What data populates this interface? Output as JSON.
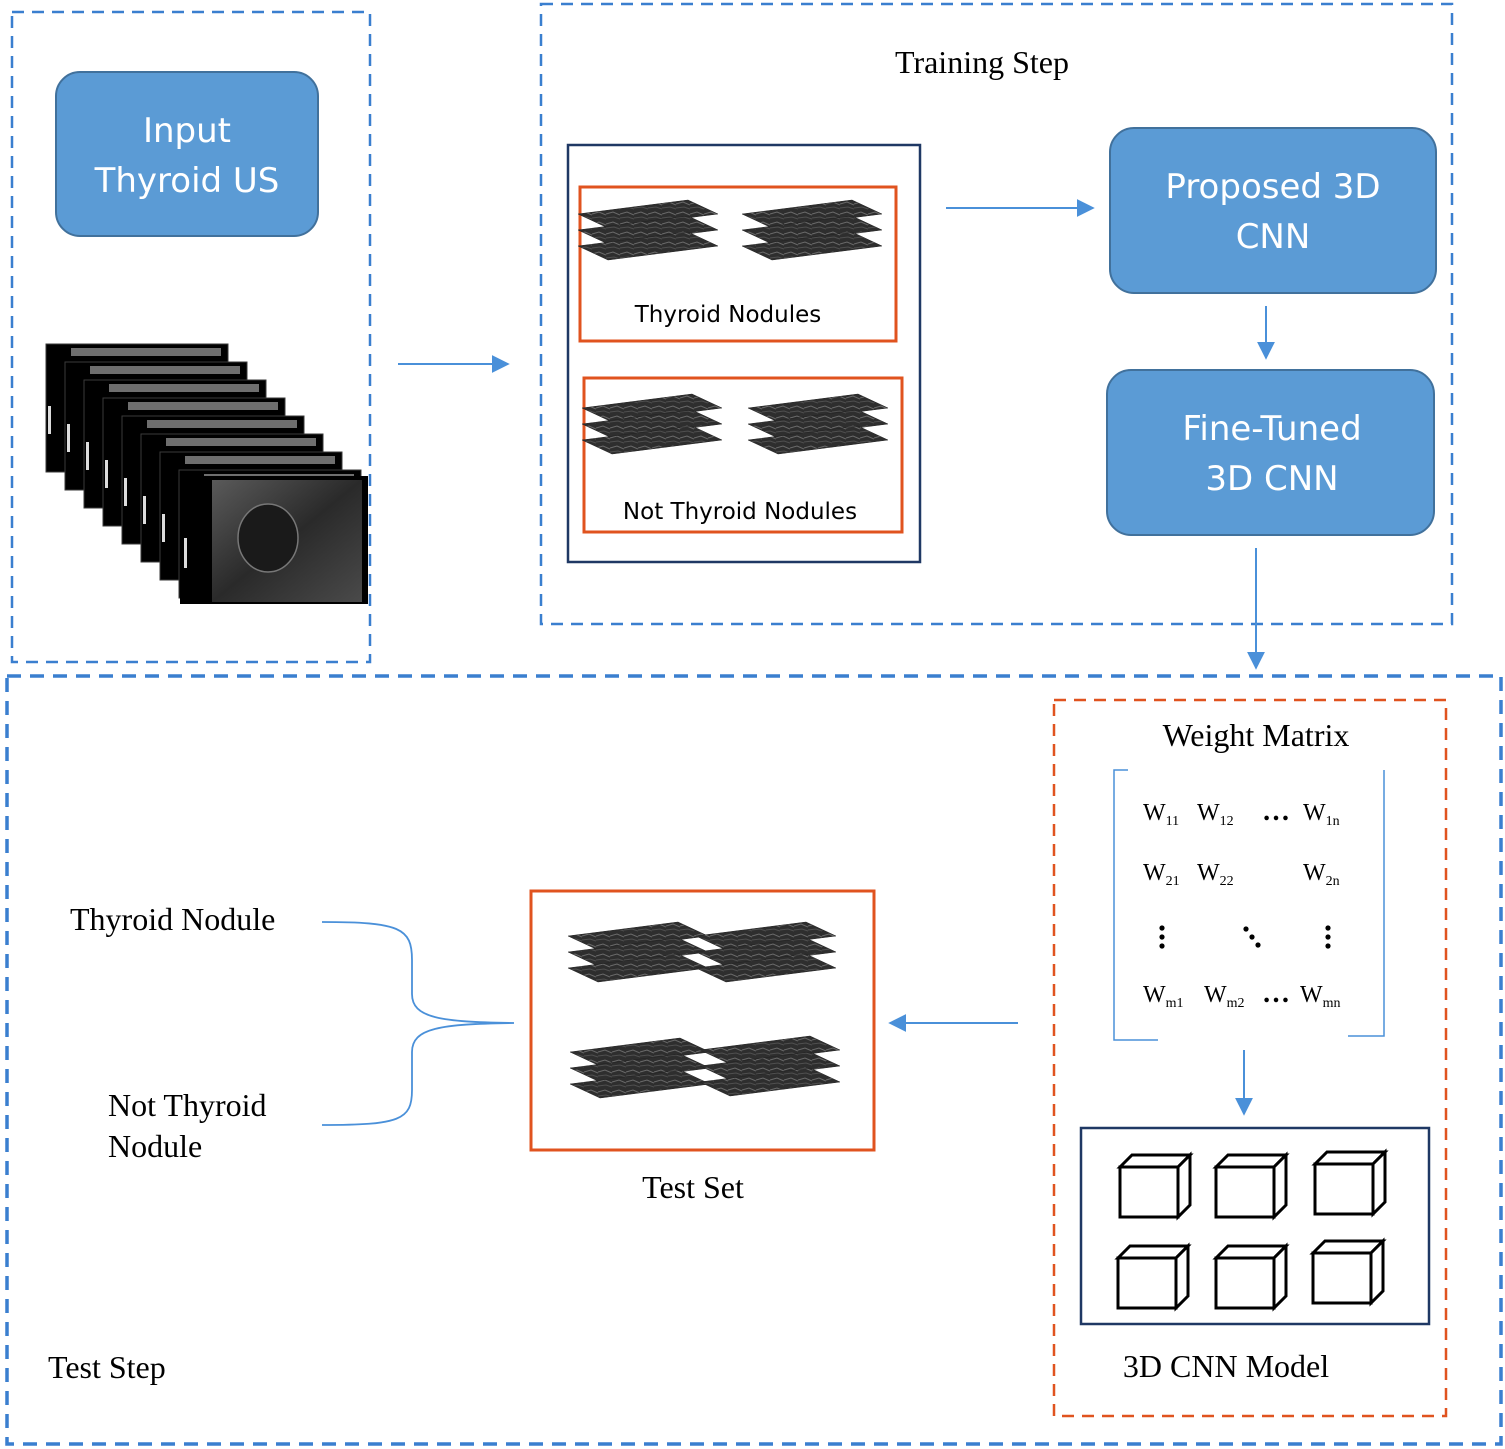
{
  "input": {
    "box_line1": "Input",
    "box_line2": "Thyroid US"
  },
  "training": {
    "title": "Training Step",
    "group1_label": "Thyroid Nodules",
    "group2_label": "Not Thyroid Nodules",
    "proposed_line1": "Proposed 3D",
    "proposed_line2": "CNN",
    "finetuned_line1": "Fine-Tuned",
    "finetuned_line2": "3D CNN"
  },
  "test": {
    "title": "Test Step",
    "weight_matrix_title": "Weight Matrix",
    "matrix": {
      "row1": [
        {
          "b": "W",
          "s": "11"
        },
        {
          "b": "W",
          "s": "12"
        },
        {
          "b": "…",
          "s": ""
        },
        {
          "b": "W",
          "s": "1n"
        }
      ],
      "row2": [
        {
          "b": "W",
          "s": "21"
        },
        {
          "b": "W",
          "s": "22"
        },
        {
          "b": "W",
          "s": "2n"
        }
      ],
      "row4": [
        {
          "b": "W",
          "s": "m1"
        },
        {
          "b": "W",
          "s": "m2"
        },
        {
          "b": "…",
          "s": ""
        },
        {
          "b": "W",
          "s": "mn"
        }
      ]
    },
    "model_label": "3D CNN Model",
    "test_set_label": "Test Set",
    "output1": "Thyroid Nodule",
    "output2_line1": "Not Thyroid",
    "output2_line2": "Nodule"
  },
  "colors": {
    "blue_dash": "#3a7fcf",
    "box_fill": "#5b9bd5",
    "box_stroke": "#41719c",
    "orange": "#e0531f",
    "navy": "#1f3864",
    "arrow": "#4a90d9"
  }
}
